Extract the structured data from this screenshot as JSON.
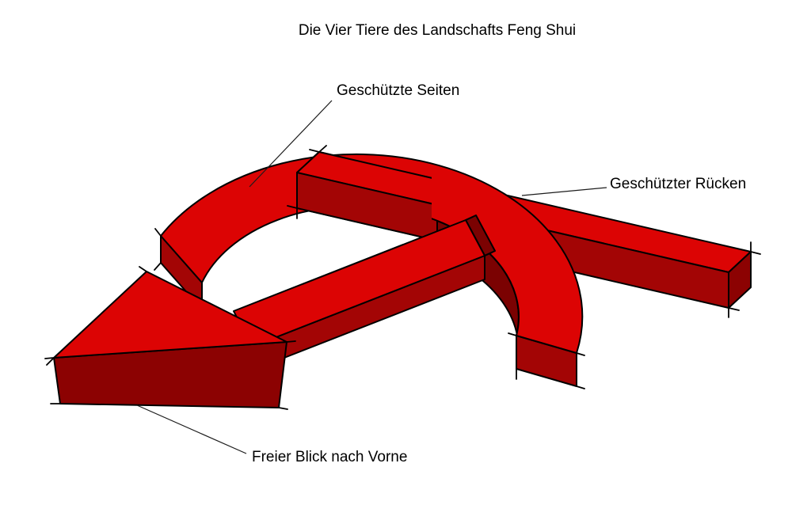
{
  "title": "Die Vier Tiere des Landschafts Feng Shui",
  "labels": {
    "sides": "Geschützte Seiten",
    "back": "Geschützter Rücken",
    "front": "Freier Blick nach Vorne"
  },
  "colors": {
    "background": "#ffffff",
    "text": "#000000",
    "outline": "#000000",
    "bright": "#dc0404",
    "mid": "#a30505",
    "dark": "#8c0202",
    "darker": "#7b0202"
  }
}
